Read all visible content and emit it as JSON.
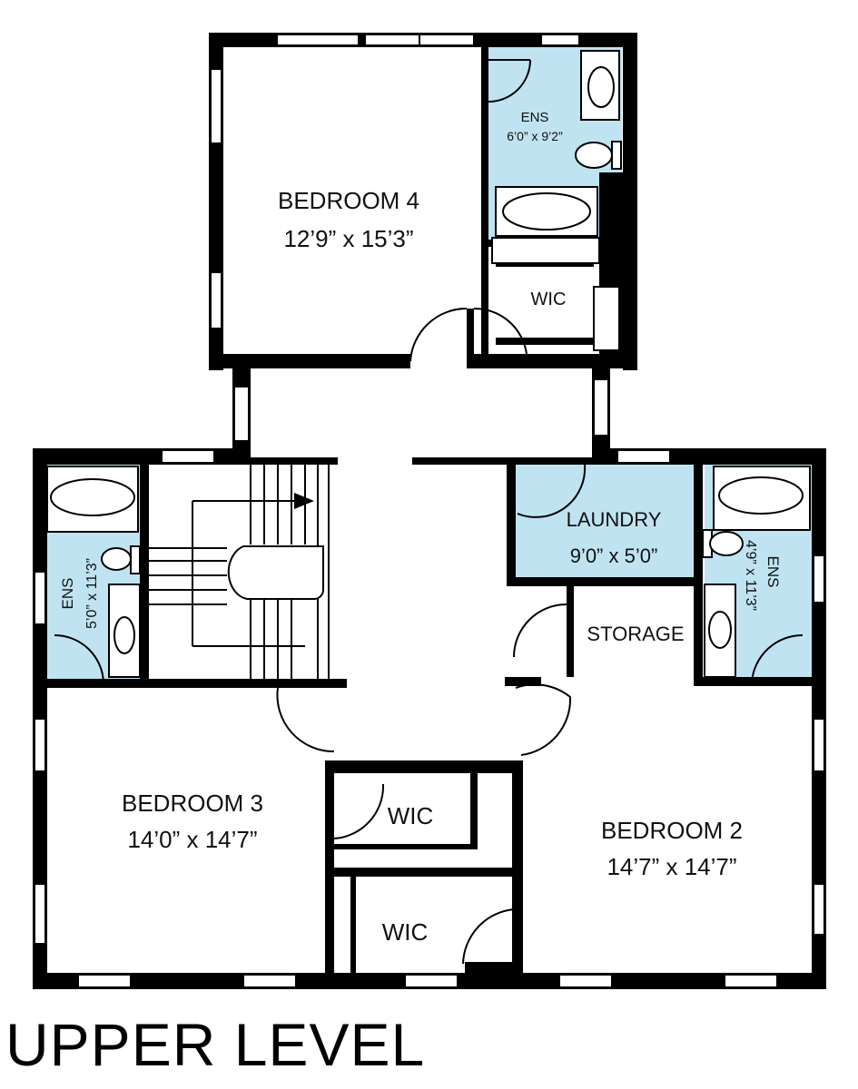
{
  "floor_title": "UPPER LEVEL",
  "rooms": {
    "bedroom4": {
      "name": "BEDROOM 4",
      "dims": "12’9” x 15’3”"
    },
    "ens_top": {
      "name": "ENS",
      "dims": "6’0” x 9’2”"
    },
    "wic_top": {
      "name": "WIC"
    },
    "ens_left": {
      "name": "ENS",
      "dims": "5’0” x 11’3”"
    },
    "laundry": {
      "name": "LAUNDRY",
      "dims": "9’0” x 5’0”"
    },
    "storage": {
      "name": "STORAGE"
    },
    "ens_right": {
      "name": "ENS",
      "dims": "4’9” x 11’3”"
    },
    "bedroom3": {
      "name": "BEDROOM 3",
      "dims": "14’0” x 14’7”"
    },
    "wic_mid": {
      "name": "WIC"
    },
    "wic_bottom": {
      "name": "WIC"
    },
    "bedroom2": {
      "name": "BEDROOM 2",
      "dims": "14’7” x 14’7”"
    }
  },
  "colors": {
    "wall": "#000000",
    "wet_area": "#bfe3f1",
    "background": "#ffffff"
  }
}
